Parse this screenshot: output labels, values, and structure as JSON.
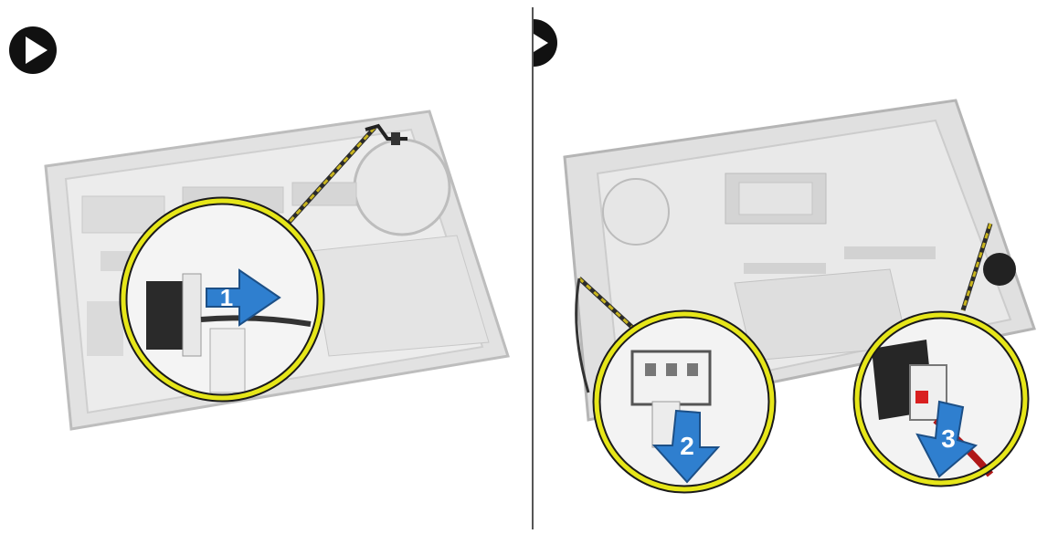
{
  "steps": [
    {
      "panel": "left",
      "callouts": [
        {
          "number": "1",
          "direction": "right"
        }
      ]
    },
    {
      "panel": "right",
      "callouts": [
        {
          "number": "2",
          "direction": "down"
        },
        {
          "number": "3",
          "direction": "down"
        }
      ]
    }
  ],
  "icons": {
    "step": "play-circle-icon",
    "arrow": "arrow-icon"
  },
  "colors": {
    "callout_ring": "#e6e619",
    "arrow": "#2f7fcf",
    "chassis": "#d9d9d9",
    "chassis_edge": "#b8b8b8",
    "cable_dashes": "#c8b41e",
    "icon": "#111111"
  }
}
